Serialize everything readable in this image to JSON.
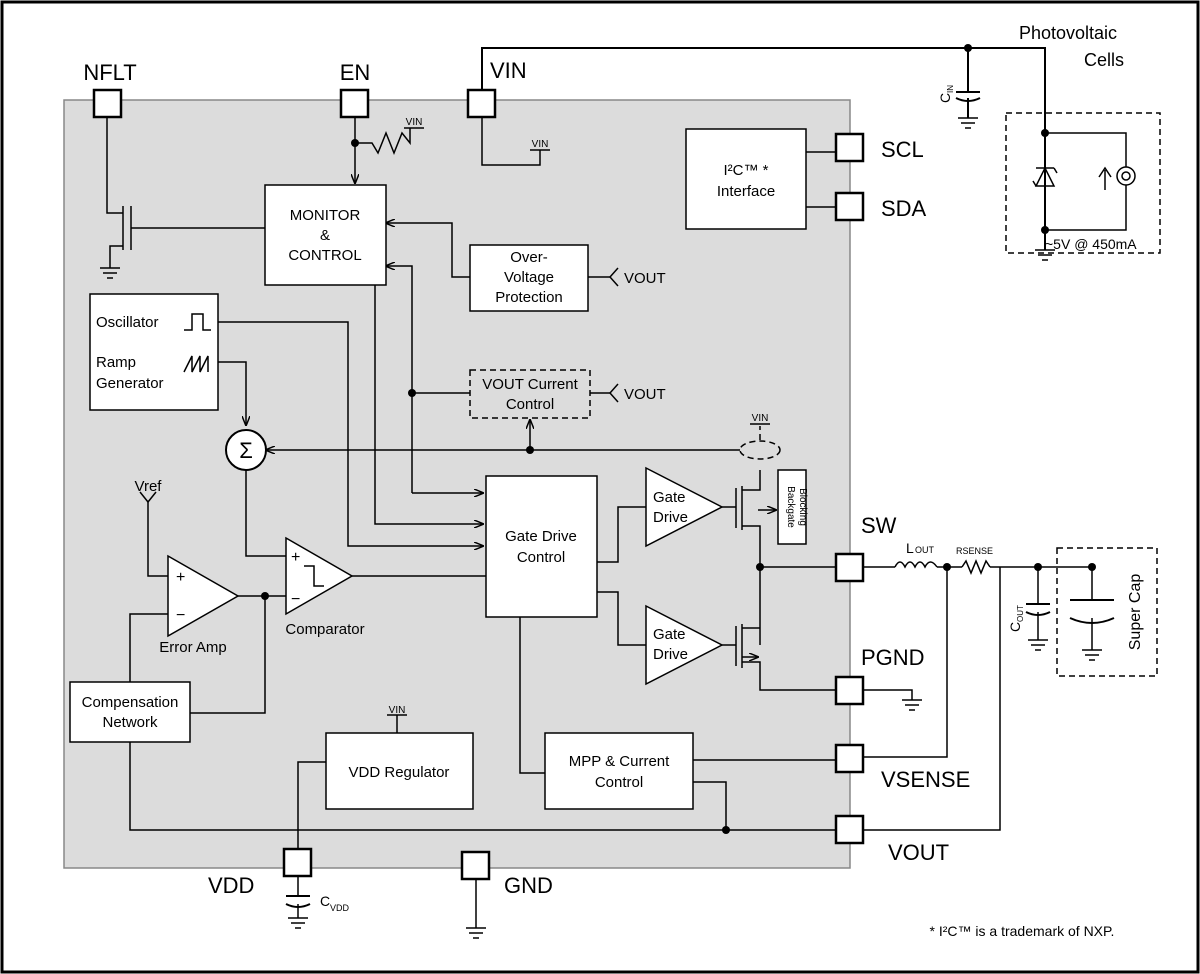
{
  "pins": {
    "nflt": "NFLT",
    "en": "EN",
    "vin": "VIN",
    "scl": "SCL",
    "sda": "SDA",
    "sw": "SW",
    "pgnd": "PGND",
    "vsense": "VSENSE",
    "vout": "VOUT",
    "vdd": "VDD",
    "gnd": "GND"
  },
  "blocks": {
    "monitor": [
      "MONITOR",
      "&",
      "CONTROL"
    ],
    "ovp": [
      "Over-",
      "Voltage",
      "Protection"
    ],
    "i2c": [
      "I²C™ *",
      "Interface"
    ],
    "oscillator": "Oscillator",
    "ramp": [
      "Ramp",
      "Generator"
    ],
    "vout_current": [
      "VOUT Current",
      "Control"
    ],
    "gate_drive_control": [
      "Gate Drive",
      "Control"
    ],
    "gate_drive": [
      "Gate",
      "Drive"
    ],
    "backgate": [
      "Backgate",
      "Blocking"
    ],
    "compensation": [
      "Compensation",
      "Network"
    ],
    "vdd_regulator": "VDD Regulator",
    "mpp": [
      "MPP & Current",
      "Control"
    ]
  },
  "labels": {
    "error_amp": "Error Amp",
    "comparator": "Comparator",
    "vref": "Vref",
    "sigma": "Σ",
    "plus": "+",
    "minus": "−",
    "vin_ref": "VIN",
    "vout_ref": "VOUT",
    "photovoltaic": [
      "Photovoltaic",
      "Cells"
    ],
    "pv_spec": "~5V @ 450mA",
    "cin_main": "C",
    "cin_sub": "IN",
    "lout_main": "L",
    "lout_sub": "OUT",
    "rsense": "RSENSE",
    "cout_main": "C",
    "cout_sub": "OUT",
    "super_cap": "Super Cap",
    "cvdd_main": "C",
    "cvdd_sub": "VDD"
  },
  "footnote": "* I²C™  is a trademark of NXP."
}
